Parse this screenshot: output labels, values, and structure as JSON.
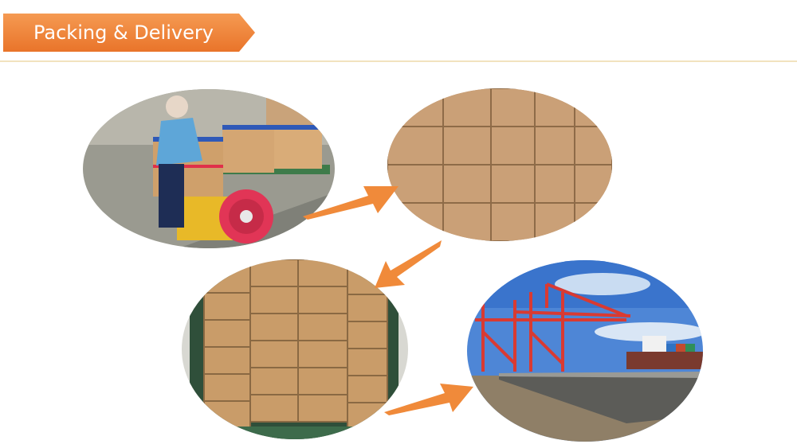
{
  "header": {
    "title": "Packing & Delivery",
    "banner_color": "#f08237",
    "rule_color": "#f2e3bf"
  },
  "photos": [
    {
      "id": "packing",
      "subject": "worker strapping cartons"
    },
    {
      "id": "carton-stack",
      "subject": "stacked cartons"
    },
    {
      "id": "container-loading",
      "subject": "cartons loaded in container"
    },
    {
      "id": "port",
      "subject": "port cranes and cargo ship"
    }
  ],
  "flow_arrow_color": "#f08a3a",
  "carton_color": "#c89a66"
}
